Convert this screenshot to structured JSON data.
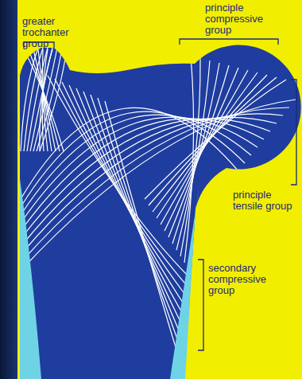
{
  "diagram": {
    "labels": [
      "principle compressive group",
      "greater trochanter group",
      "principle tensile group",
      "secondary compressive group"
    ]
  }
}
